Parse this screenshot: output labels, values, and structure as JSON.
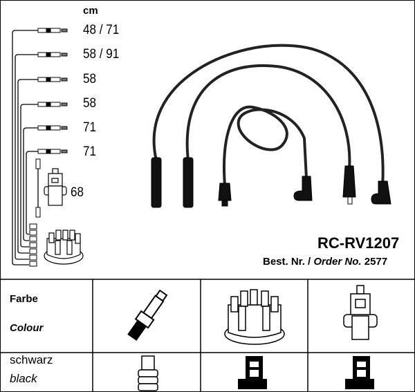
{
  "unit_label": "cm",
  "lengths": [
    "48 / 71",
    "58 / 91",
    "58",
    "58",
    "71",
    "71"
  ],
  "coil_length": "68",
  "product": {
    "code": "RC-RV1207",
    "order_label_de": "Best. Nr. /",
    "order_label_en": "Order No.",
    "order_number": "2577"
  },
  "table": {
    "header_de": "Farbe",
    "header_en": "Colour",
    "color_de": "schwarz",
    "color_en": "black",
    "columns": [
      "spark-plug",
      "distributor-cap",
      "ignition-coil"
    ]
  }
}
